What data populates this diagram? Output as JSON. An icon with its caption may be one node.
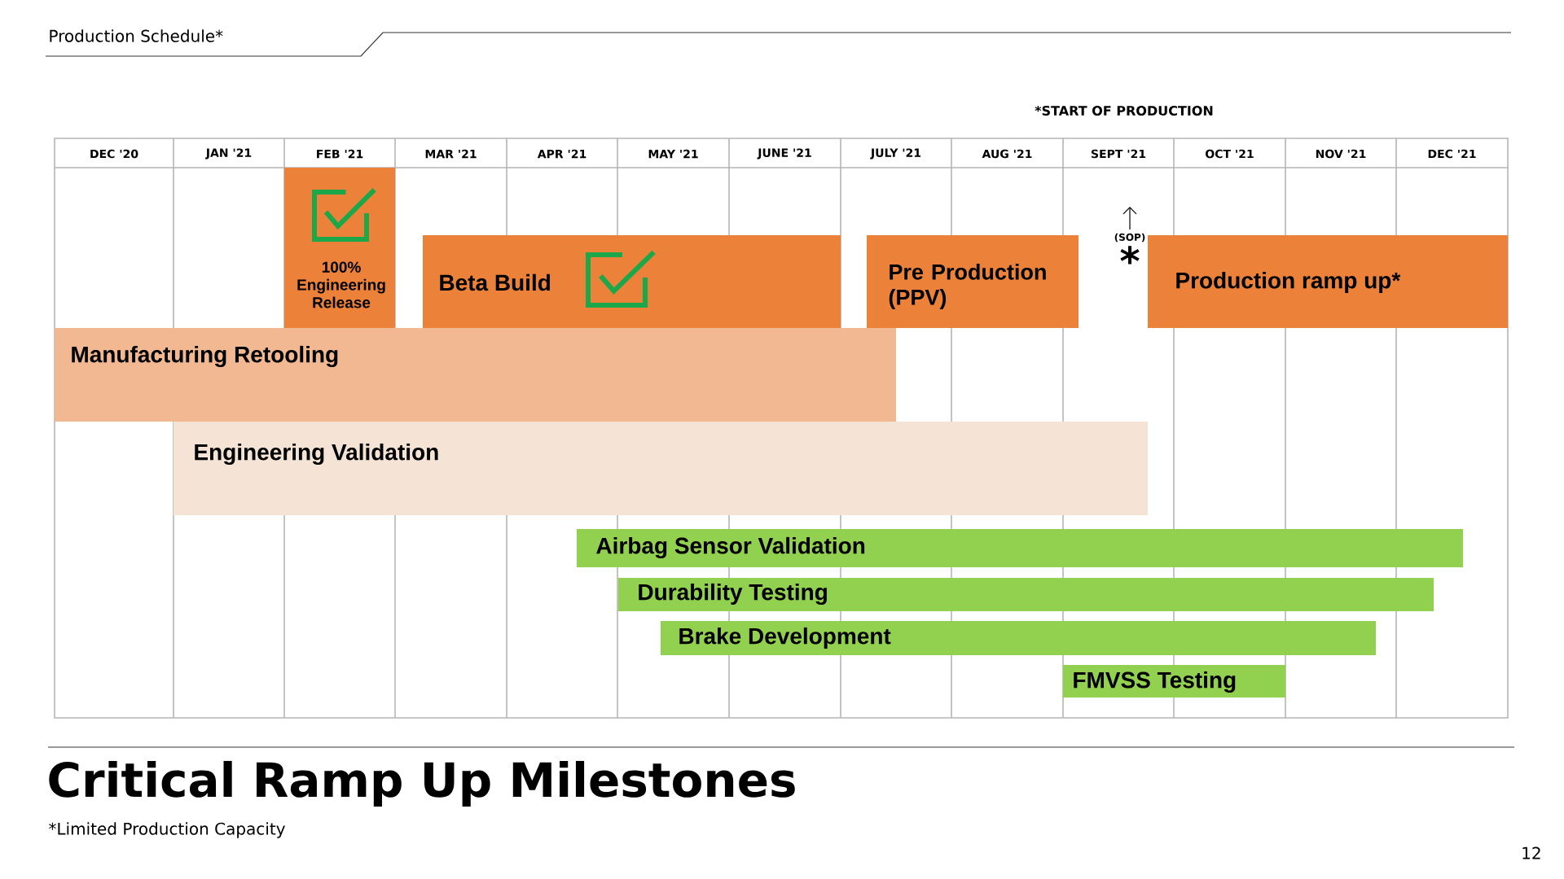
{
  "diagram": {
    "title": "Critical Ramp Up Milestones",
    "nodes": [
      {
        "text": [
          "100% Engineering Release"
        ]
      },
      {
        "text": [
          "Beta Build"
        ]
      },
      {
        "text": [
          "Pre Production (PPV)"
        ]
      },
      {
        "text": [
          "Production ramp up*"
        ]
      },
      {
        "text": [
          "Manufacturing Retooling"
        ]
      },
      {
        "text": [
          "Engineering Validation"
        ]
      },
      {
        "text": [
          "Airbag Sensor Validation"
        ]
      },
      {
        "text": [
          "Durability Testing"
        ]
      },
      {
        "text": [
          "Brake Development"
        ]
      },
      {
        "text": [
          "FMVSS Testing"
        ]
      }
    ],
    "labels": [
      "Production Schedule*",
      "*START OF PRODUCTION",
      "DEC '20",
      "JAN '21",
      "FEB '21",
      "MAR '21",
      "APR '21",
      "MAY '21",
      "JUNE '21",
      "JULY '21",
      "AUG '21",
      "SEPT '21",
      "OCT '21",
      "NOV '21",
      "DEC '21",
      "(SOP)",
      "*",
      "*Limited Production Capacity",
      "12"
    ]
  }
}
